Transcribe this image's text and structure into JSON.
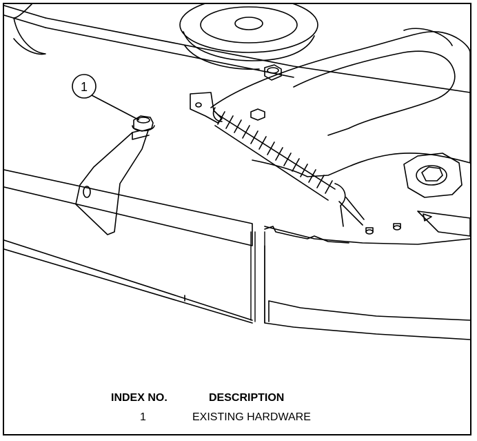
{
  "callouts": [
    {
      "number": "1"
    }
  ],
  "legend": {
    "index_header": "INDEX NO.",
    "description_header": "DESCRIPTION",
    "rows": [
      {
        "index": "1",
        "description": "EXISTING HARDWARE"
      }
    ]
  },
  "icons": {
    "warning_label": "triangle-decal-icon"
  }
}
